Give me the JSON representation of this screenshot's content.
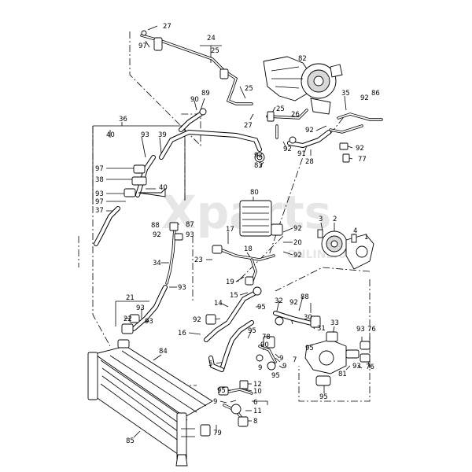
{
  "watermark": {
    "main": "Xparts",
    "sub": "ONLINE.UA"
  },
  "callouts": [
    {
      "id": "c27a",
      "text": "27"
    },
    {
      "id": "c97a",
      "text": "97"
    },
    {
      "id": "c24",
      "text": "24"
    },
    {
      "id": "c25a",
      "text": "25"
    },
    {
      "id": "c82",
      "text": "82"
    },
    {
      "id": "c25b",
      "text": "25"
    },
    {
      "id": "c89",
      "text": "89"
    },
    {
      "id": "c90a",
      "text": "90"
    },
    {
      "id": "c25c",
      "text": "25"
    },
    {
      "id": "c26",
      "text": "26"
    },
    {
      "id": "c27b",
      "text": "27"
    },
    {
      "id": "c35",
      "text": "35"
    },
    {
      "id": "c86",
      "text": "86"
    },
    {
      "id": "c92a",
      "text": "92"
    },
    {
      "id": "c36",
      "text": "36"
    },
    {
      "id": "c40a",
      "text": "40"
    },
    {
      "id": "c93a",
      "text": "93"
    },
    {
      "id": "c39",
      "text": "39"
    },
    {
      "id": "c92b",
      "text": "92"
    },
    {
      "id": "c92c",
      "text": "92"
    },
    {
      "id": "c91",
      "text": "91"
    },
    {
      "id": "c92d",
      "text": "92"
    },
    {
      "id": "c28",
      "text": "28"
    },
    {
      "id": "c92e",
      "text": "92"
    },
    {
      "id": "c77",
      "text": "77"
    },
    {
      "id": "c83",
      "text": "83"
    },
    {
      "id": "c97b",
      "text": "97"
    },
    {
      "id": "c38",
      "text": "38"
    },
    {
      "id": "c40b",
      "text": "40"
    },
    {
      "id": "c93b",
      "text": "93"
    },
    {
      "id": "c97c",
      "text": "97"
    },
    {
      "id": "c37",
      "text": "37"
    },
    {
      "id": "c80",
      "text": "80"
    },
    {
      "id": "c3",
      "text": "3"
    },
    {
      "id": "c2",
      "text": "2"
    },
    {
      "id": "c4",
      "text": "4"
    },
    {
      "id": "c1",
      "text": "1"
    },
    {
      "id": "c88a",
      "text": "88"
    },
    {
      "id": "c87",
      "text": "87"
    },
    {
      "id": "c92f",
      "text": "92"
    },
    {
      "id": "c93c",
      "text": "93"
    },
    {
      "id": "c17",
      "text": "17"
    },
    {
      "id": "c92g",
      "text": "92"
    },
    {
      "id": "c20",
      "text": "20"
    },
    {
      "id": "c92h",
      "text": "92"
    },
    {
      "id": "c18",
      "text": "18"
    },
    {
      "id": "c23",
      "text": "23"
    },
    {
      "id": "c34",
      "text": "34"
    },
    {
      "id": "c19",
      "text": "19"
    },
    {
      "id": "c93d",
      "text": "93"
    },
    {
      "id": "c15",
      "text": "15"
    },
    {
      "id": "c21",
      "text": "21"
    },
    {
      "id": "c32",
      "text": "32"
    },
    {
      "id": "c88b",
      "text": "88"
    },
    {
      "id": "c92i",
      "text": "92"
    },
    {
      "id": "c14",
      "text": "14"
    },
    {
      "id": "c95a",
      "text": "95"
    },
    {
      "id": "c93e",
      "text": "93"
    },
    {
      "id": "c22",
      "text": "22"
    },
    {
      "id": "c93f",
      "text": "93"
    },
    {
      "id": "c92j",
      "text": "92"
    },
    {
      "id": "c30",
      "text": "30"
    },
    {
      "id": "c33",
      "text": "33"
    },
    {
      "id": "c31",
      "text": "31"
    },
    {
      "id": "c16",
      "text": "16"
    },
    {
      "id": "c95b",
      "text": "95"
    },
    {
      "id": "c78",
      "text": "78"
    },
    {
      "id": "c90b",
      "text": "90"
    },
    {
      "id": "c93g",
      "text": "93"
    },
    {
      "id": "c76a",
      "text": "76"
    },
    {
      "id": "c95c",
      "text": "95"
    },
    {
      "id": "c84",
      "text": "84"
    },
    {
      "id": "c7",
      "text": "7"
    },
    {
      "id": "c5",
      "text": "5"
    },
    {
      "id": "c9a",
      "text": "9"
    },
    {
      "id": "c9b",
      "text": "9"
    },
    {
      "id": "c81",
      "text": "81"
    },
    {
      "id": "c93h",
      "text": "93"
    },
    {
      "id": "c76b",
      "text": "76"
    },
    {
      "id": "c95d",
      "text": "95"
    },
    {
      "id": "c12",
      "text": "12"
    },
    {
      "id": "c10",
      "text": "10"
    },
    {
      "id": "c95e",
      "text": "95"
    },
    {
      "id": "c95f",
      "text": "95"
    },
    {
      "id": "c6",
      "text": "6"
    },
    {
      "id": "c9c",
      "text": "9"
    },
    {
      "id": "c11",
      "text": "11"
    },
    {
      "id": "c8",
      "text": "8"
    },
    {
      "id": "c79",
      "text": "79"
    },
    {
      "id": "c85",
      "text": "85"
    },
    {
      "id": "c9d",
      "text": "9"
    }
  ]
}
